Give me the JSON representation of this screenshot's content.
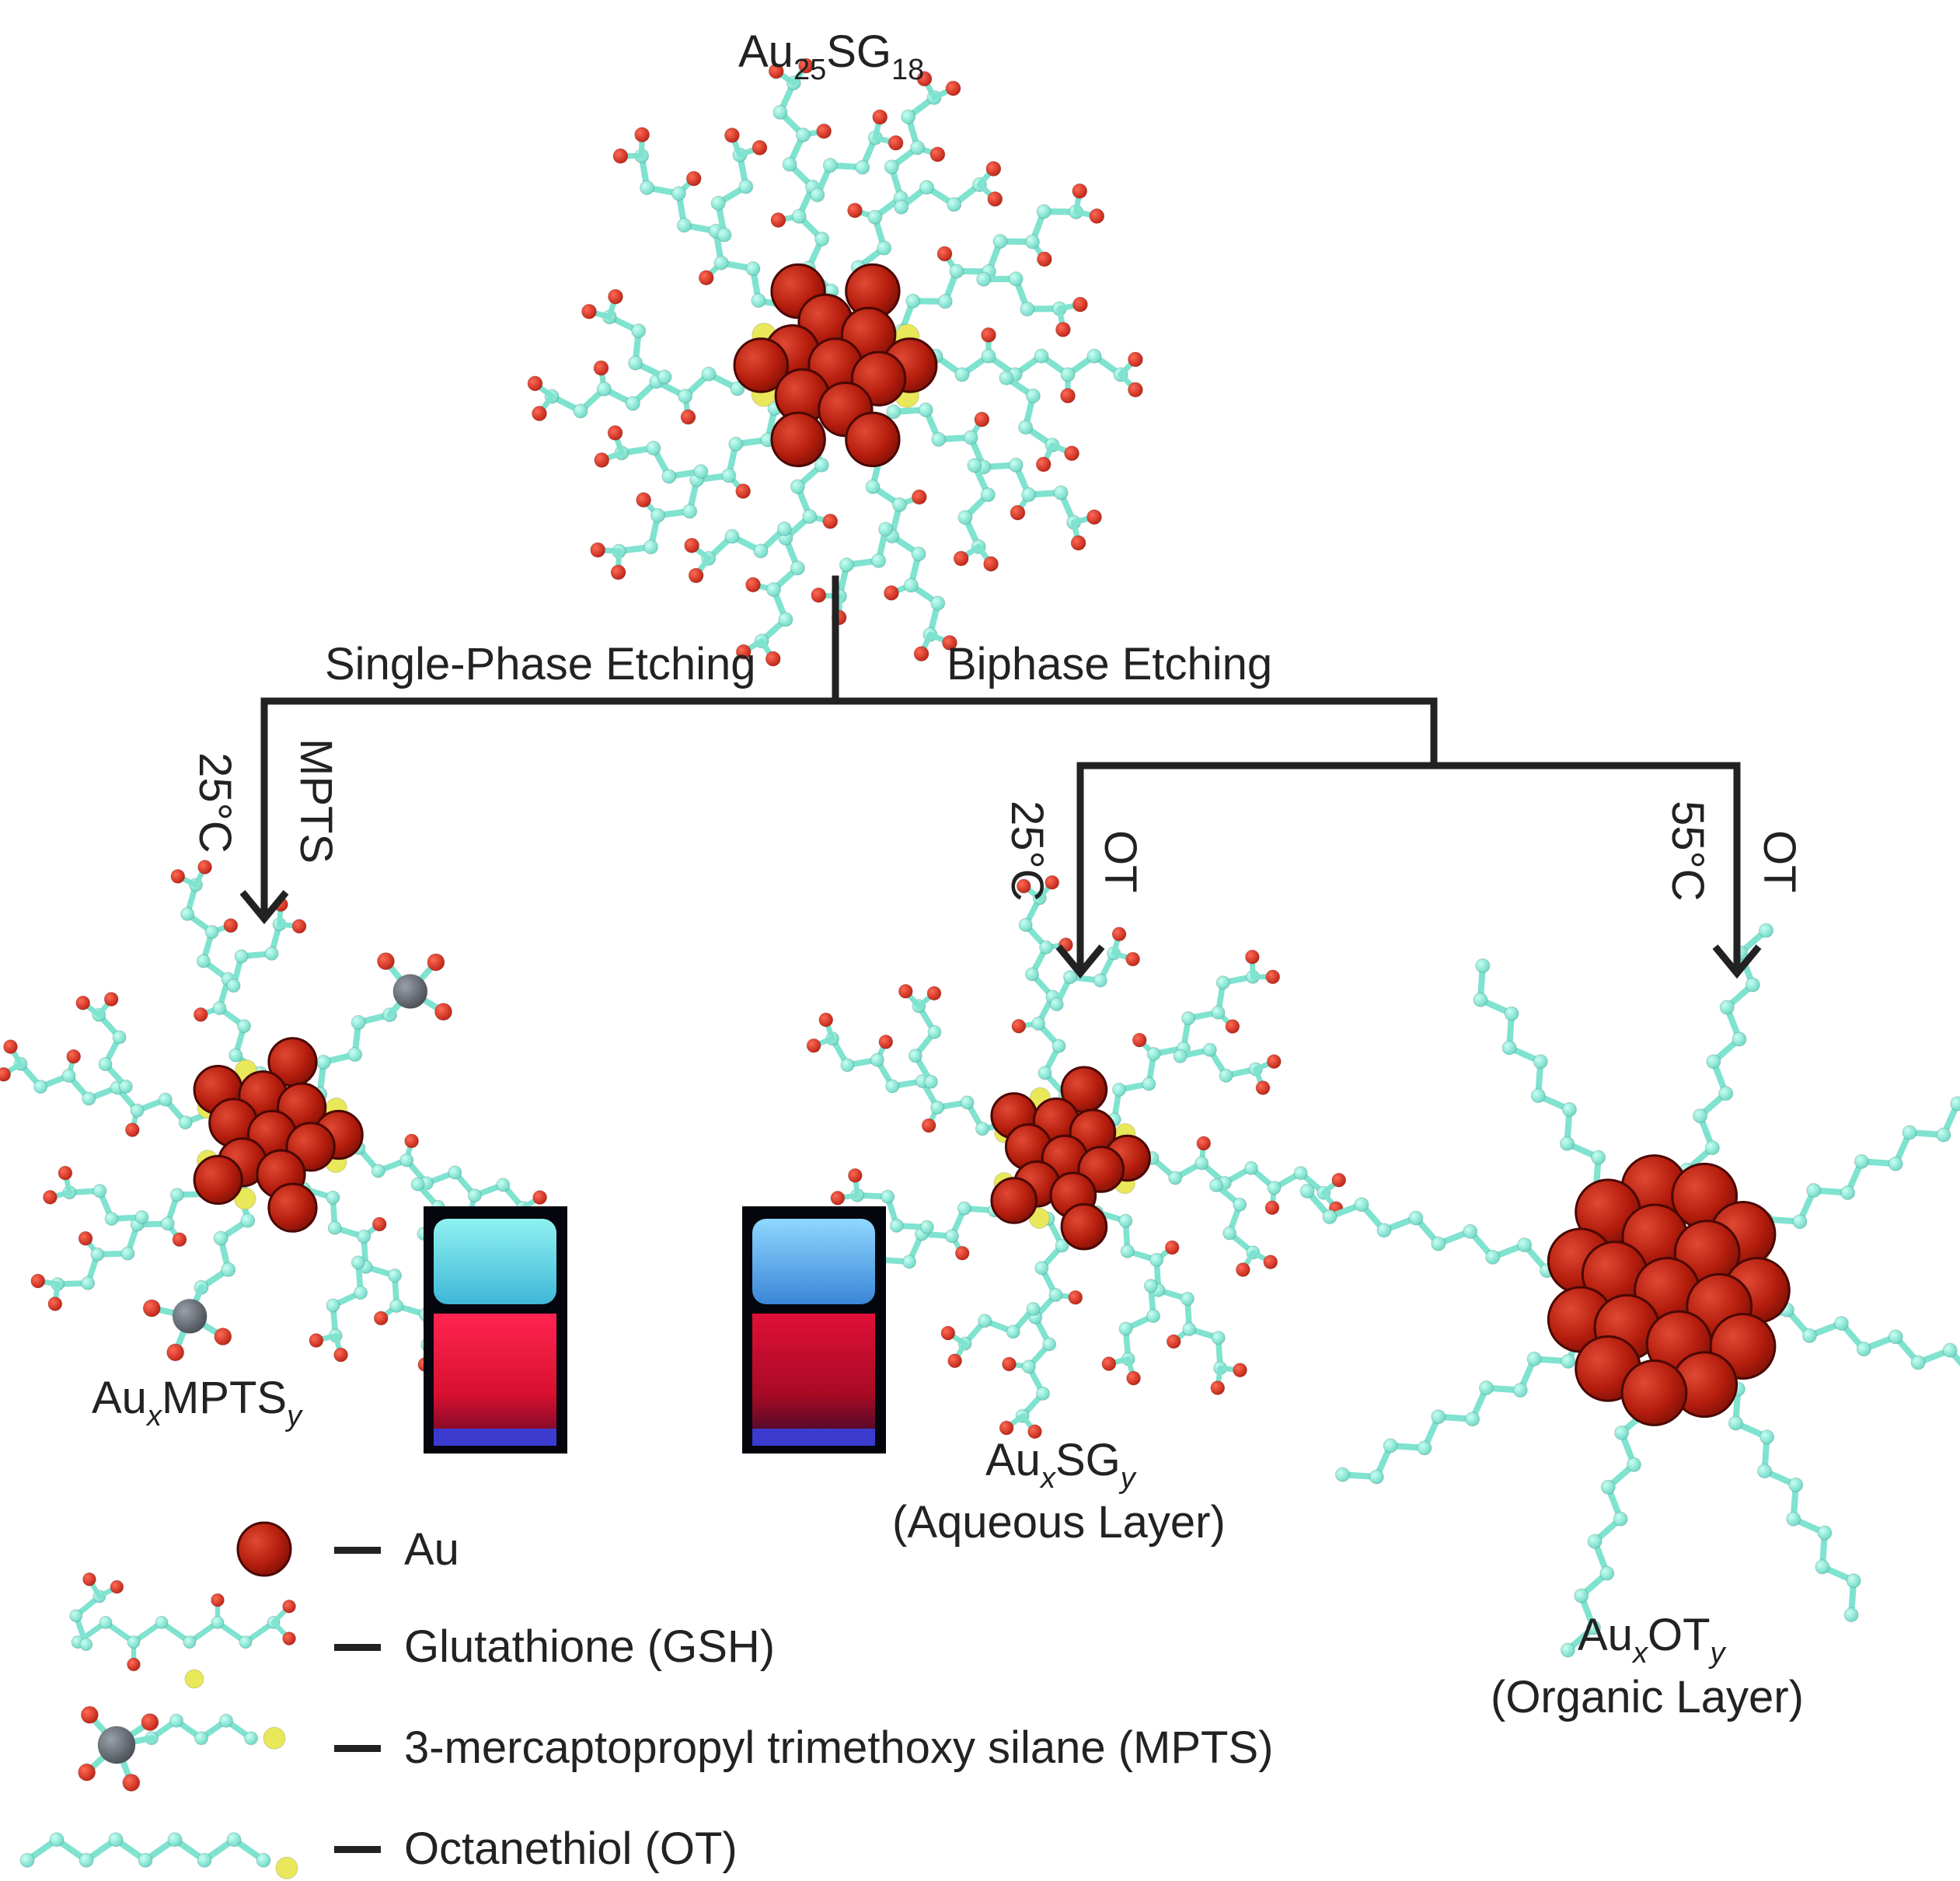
{
  "top_cluster": {
    "base": "Au",
    "sub1": "25",
    "mid": "SG",
    "sub2": "18"
  },
  "branches": {
    "single_phase_label": "Single-Phase Etching",
    "biphase_label": "Biphase Etching"
  },
  "arrows": {
    "mpts": {
      "reagent": "MPTS",
      "temp": "25°C"
    },
    "aqueous": {
      "reagent": "OT",
      "temp": "25°C"
    },
    "organic": {
      "reagent": "OT",
      "temp": "55°C"
    }
  },
  "products": {
    "mpts": {
      "base": "Au",
      "x": "x",
      "mid": "MPTS",
      "y": "y"
    },
    "aqueous": {
      "base": "Au",
      "x": "x",
      "mid": "SG",
      "y": "y",
      "note": "(Aqueous Layer)"
    },
    "organic": {
      "base": "Au",
      "x": "x",
      "mid": "OT",
      "y": "y",
      "note": "(Organic Layer)"
    }
  },
  "legend": [
    {
      "key": "au",
      "label": "Au"
    },
    {
      "key": "gsh",
      "label": "Glutathione (GSH)"
    },
    {
      "key": "mpts",
      "label": "3-mercaptopropyl trimethoxy silane (MPTS)"
    },
    {
      "key": "ot",
      "label": "Octanethiol (OT)"
    }
  ],
  "colors": {
    "gold": "#c0200e",
    "gold_edge": "#5a0a04",
    "chain": "#7fe3d0",
    "oxygen": "#d42a1a",
    "sulfur": "#e8e85a",
    "silicon": "#5a5f66",
    "line": "#222222"
  }
}
